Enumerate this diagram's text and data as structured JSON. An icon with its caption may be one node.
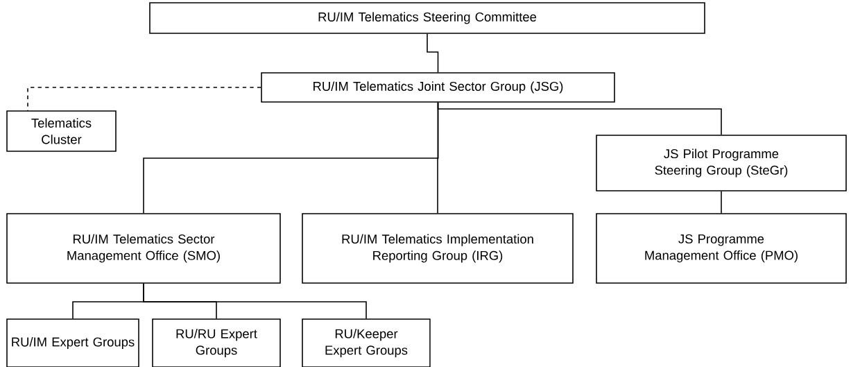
{
  "diagram": {
    "nodes": [
      {
        "text": [
          "RU/IM Telematics Steering Committee"
        ]
      },
      {
        "text": [
          "RU/IM Telematics Joint Sector Group (JSG)"
        ]
      },
      {
        "text": [
          "Telematics Cluster"
        ]
      },
      {
        "text": [
          "JS Pilot Programme Steering Group (SteGr)"
        ]
      },
      {
        "text": [
          "RU/IM Telematics Sector Management Office (SMO)"
        ]
      },
      {
        "text": [
          "RU/IM Telematics Implementation Reporting Group (IRG)"
        ]
      },
      {
        "text": [
          "JS Programme Management Office (PMO)"
        ]
      },
      {
        "text": [
          "RU/IM Expert Groups"
        ]
      },
      {
        "text": [
          "RU/RU Expert Groups"
        ]
      },
      {
        "text": [
          "RU/Keeper Expert Groups"
        ]
      }
    ],
    "edges": [
      {
        "from": 0,
        "to": 1,
        "arrow": "none"
      },
      {
        "from": 1,
        "to": 2,
        "arrow": "none",
        "style": "dashed"
      },
      {
        "from": 1,
        "to": 3,
        "arrow": "none"
      },
      {
        "from": 1,
        "to": 4,
        "arrow": "none"
      },
      {
        "from": 1,
        "to": 5,
        "arrow": "none"
      },
      {
        "from": 3,
        "to": 6,
        "arrow": "none"
      },
      {
        "from": 4,
        "to": 7,
        "arrow": "none"
      },
      {
        "from": 4,
        "to": 8,
        "arrow": "none"
      },
      {
        "from": 4,
        "to": 9,
        "arrow": "none"
      }
    ]
  }
}
